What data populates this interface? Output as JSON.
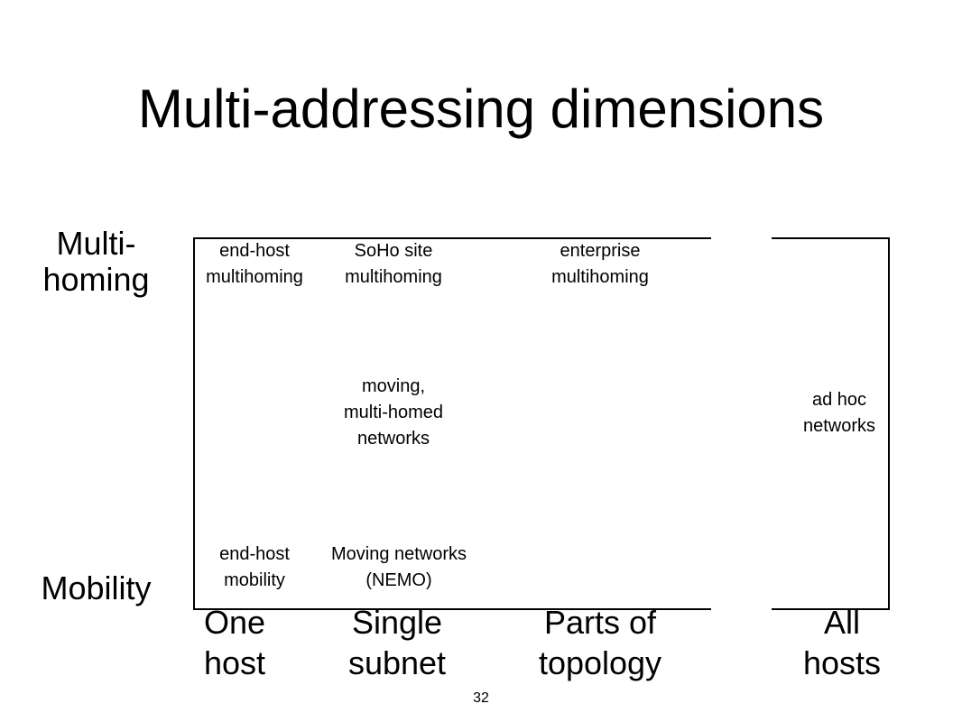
{
  "title": "Multi-addressing dimensions",
  "y_axis": {
    "top_label": "Multi-\nhoming",
    "bottom_label": "Mobility"
  },
  "x_axis": {
    "labels": [
      "One\nhost",
      "Single\nsubnet",
      "Parts of\ntopology",
      "All\nhosts"
    ]
  },
  "cells": {
    "end_host_multihoming": "end-host\nmultihoming",
    "soho_site_multihoming": "SoHo site\nmultihoming",
    "enterprise_multihoming": "enterprise\nmultihoming",
    "moving_multihomed_networks": "moving,\nmulti-homed\nnetworks",
    "ad_hoc_networks": "ad hoc\nnetworks",
    "end_host_mobility": "end-host\nmobility",
    "moving_networks_nemo": "Moving networks\n(NEMO)"
  },
  "page_number": "32"
}
